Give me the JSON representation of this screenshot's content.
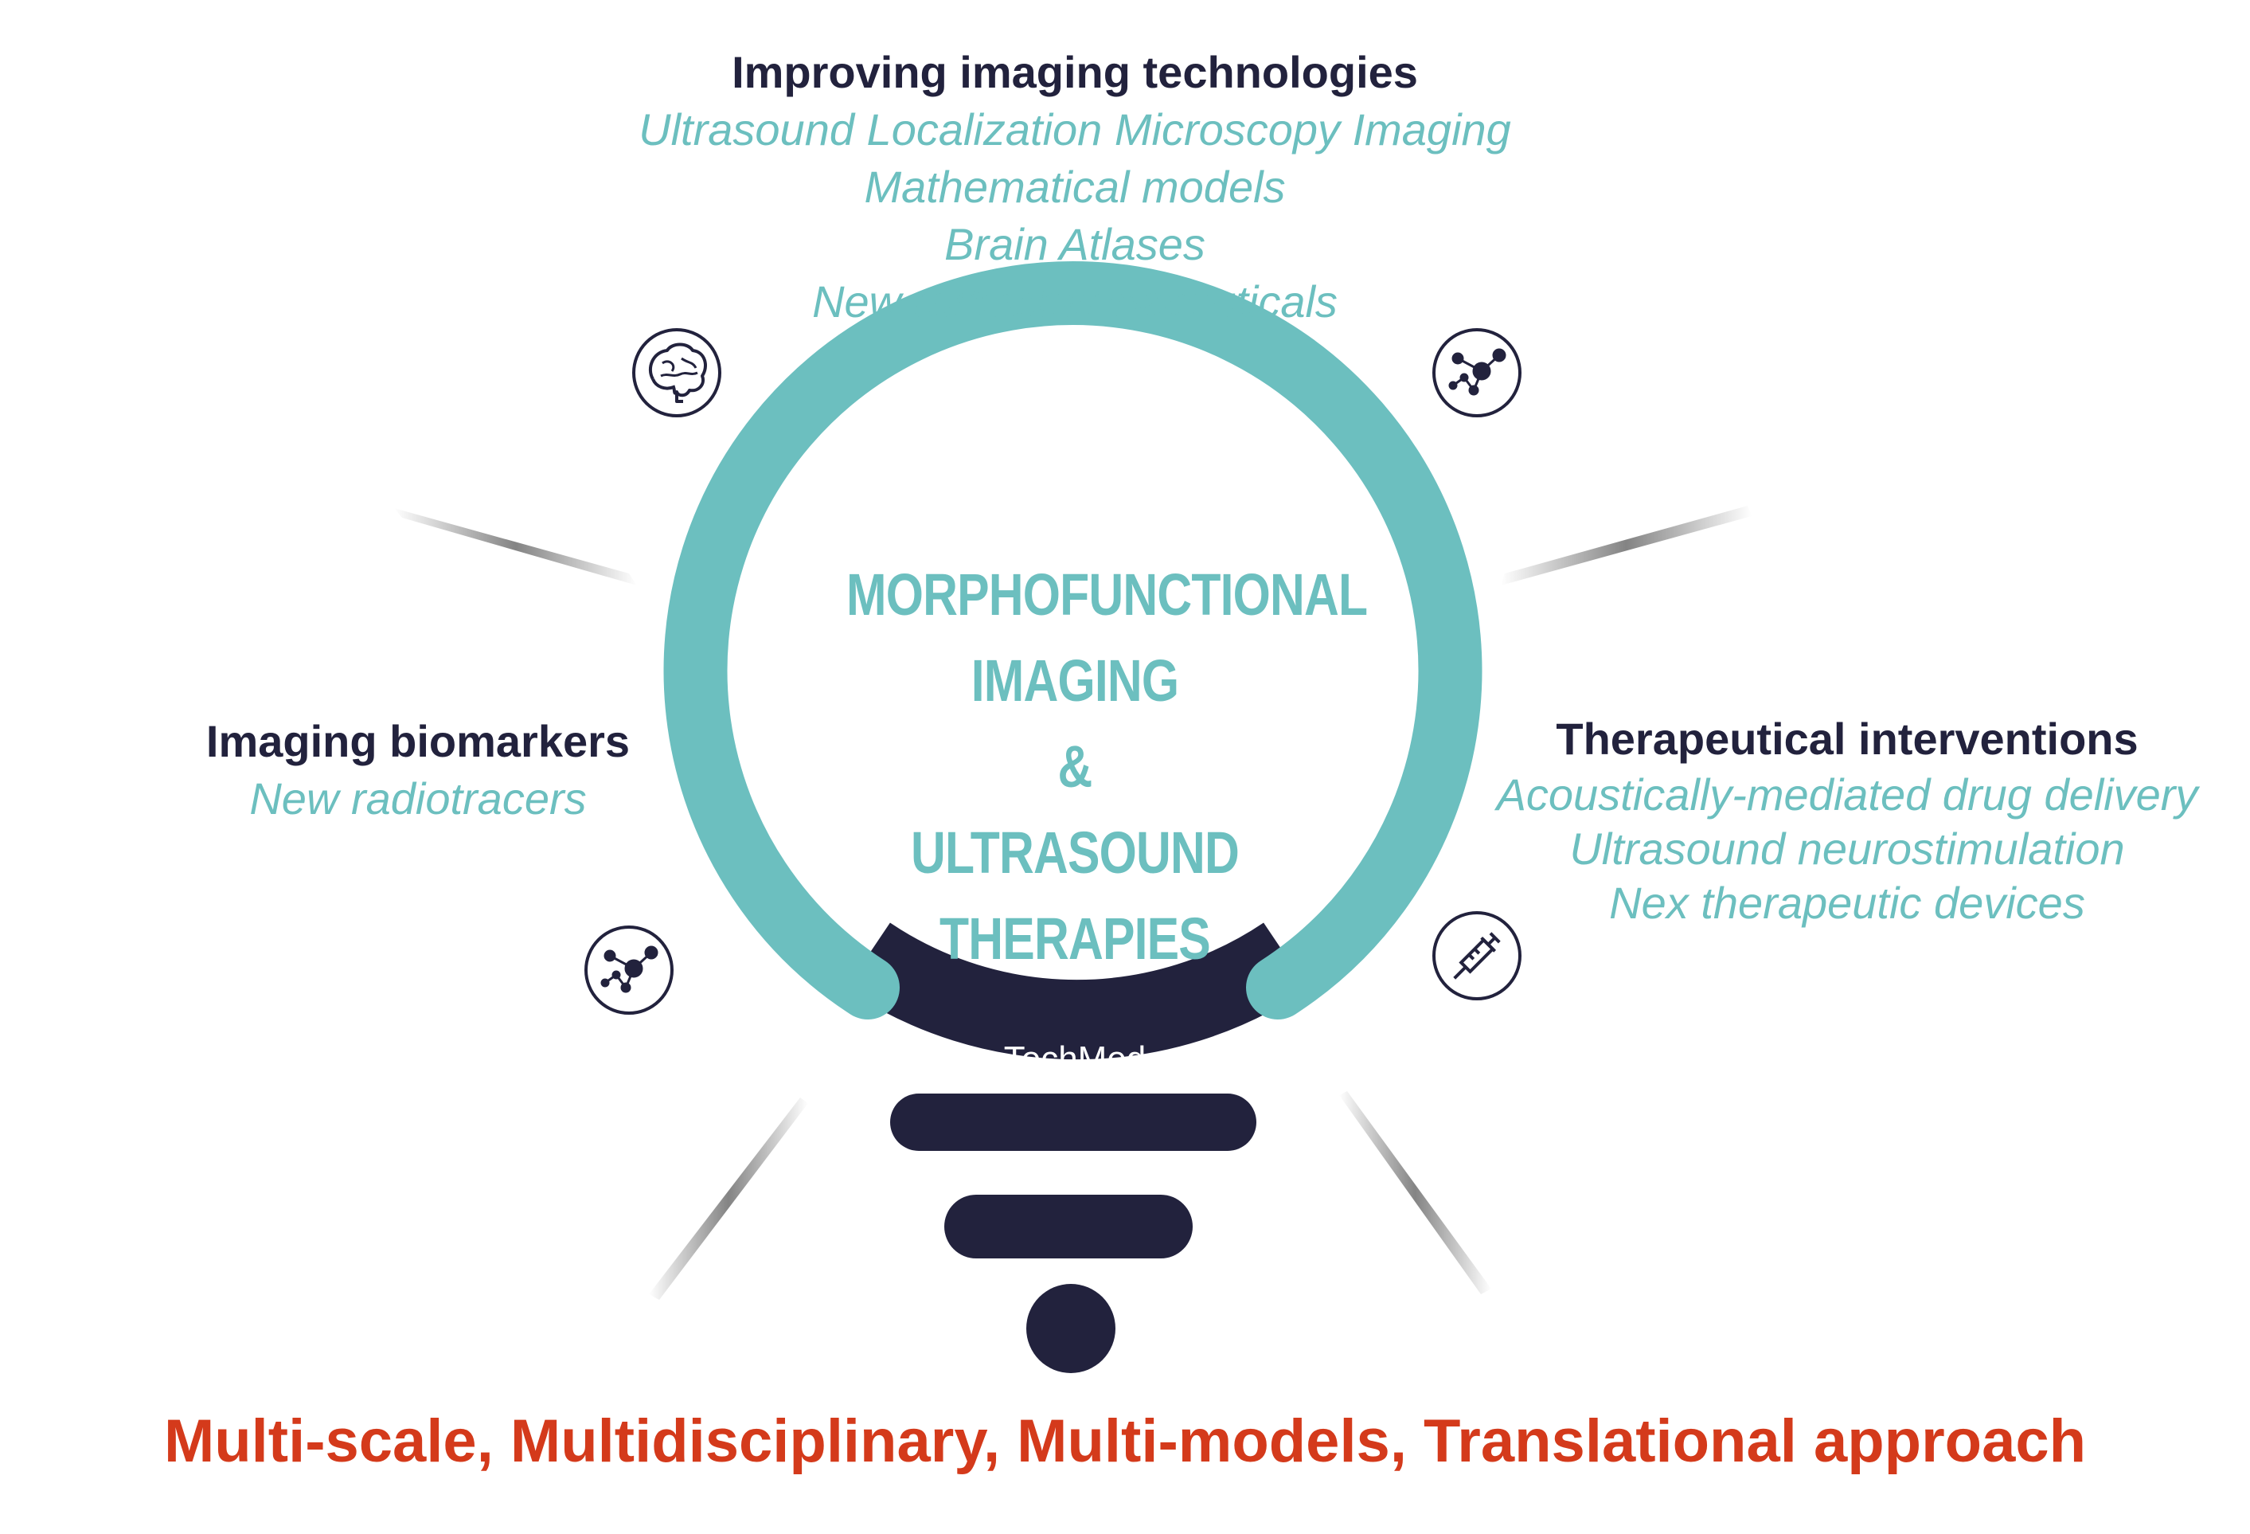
{
  "top": {
    "heading": "Improving imaging technologies",
    "items": [
      "Ultrasound Localization Microscopy Imaging",
      "Mathematical models",
      "Brain Atlases",
      "New radiopharmaceuticals"
    ]
  },
  "left": {
    "heading": "Imaging biomarkers",
    "items": [
      "New radiotracers"
    ]
  },
  "right": {
    "heading": "Therapeutical interventions",
    "items": [
      "Acoustically-mediated drug delivery",
      "Ultrasound neurostimulation",
      "Nex therapeutic devices"
    ]
  },
  "center": {
    "lines": [
      "MORPHOFUNCTIONAL",
      "IMAGING",
      "&",
      "ULTRASOUND",
      "THERAPIES"
    ],
    "base_label": "TechMed"
  },
  "tagline": "Multi-scale, Multidisciplinary, Multi-models, Translational approach",
  "icons": {
    "top_left": "brain-icon",
    "top_right": "molecule-network-icon",
    "bottom_left": "molecule-network-icon",
    "bottom_right": "syringe-icon"
  },
  "colors": {
    "teal": "#6cbfbf",
    "navy": "#22223d",
    "red": "#d43a1b"
  }
}
